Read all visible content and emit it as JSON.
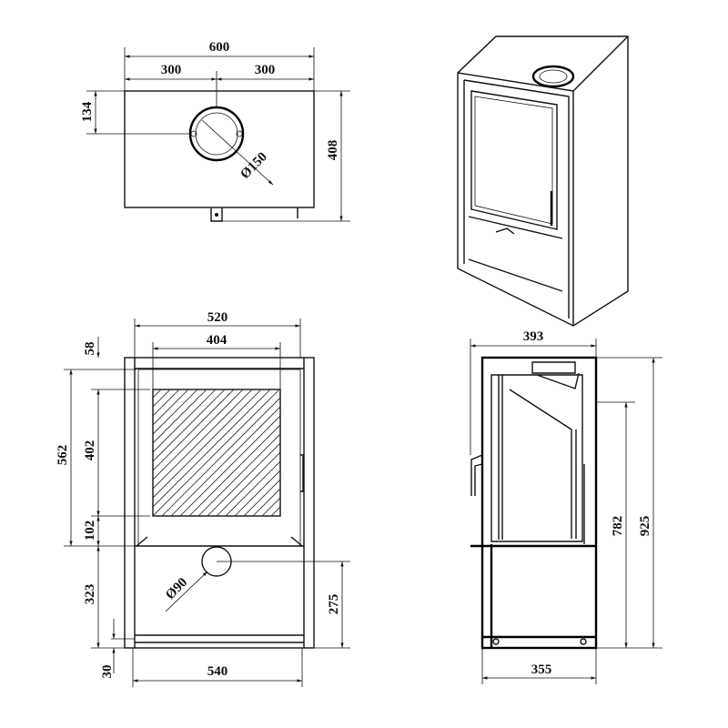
{
  "drawing": {
    "top_view": {
      "overall_width": "600",
      "half_left": "300",
      "half_right": "300",
      "flue_offset": "134",
      "depth": "408",
      "flue_diameter": "Ø150"
    },
    "front_view": {
      "body_width": "520",
      "glass_width": "404",
      "top_margin": "58",
      "door_height": "562",
      "glass_height": "402",
      "bottom_margin": "102",
      "base_height": "323",
      "foot_height": "30",
      "base_width": "540",
      "air_inlet_height": "275",
      "air_inlet_diameter": "Ø90"
    },
    "side_view": {
      "depth": "393",
      "flue_height": "782",
      "total_height": "925",
      "base_depth": "355"
    }
  }
}
